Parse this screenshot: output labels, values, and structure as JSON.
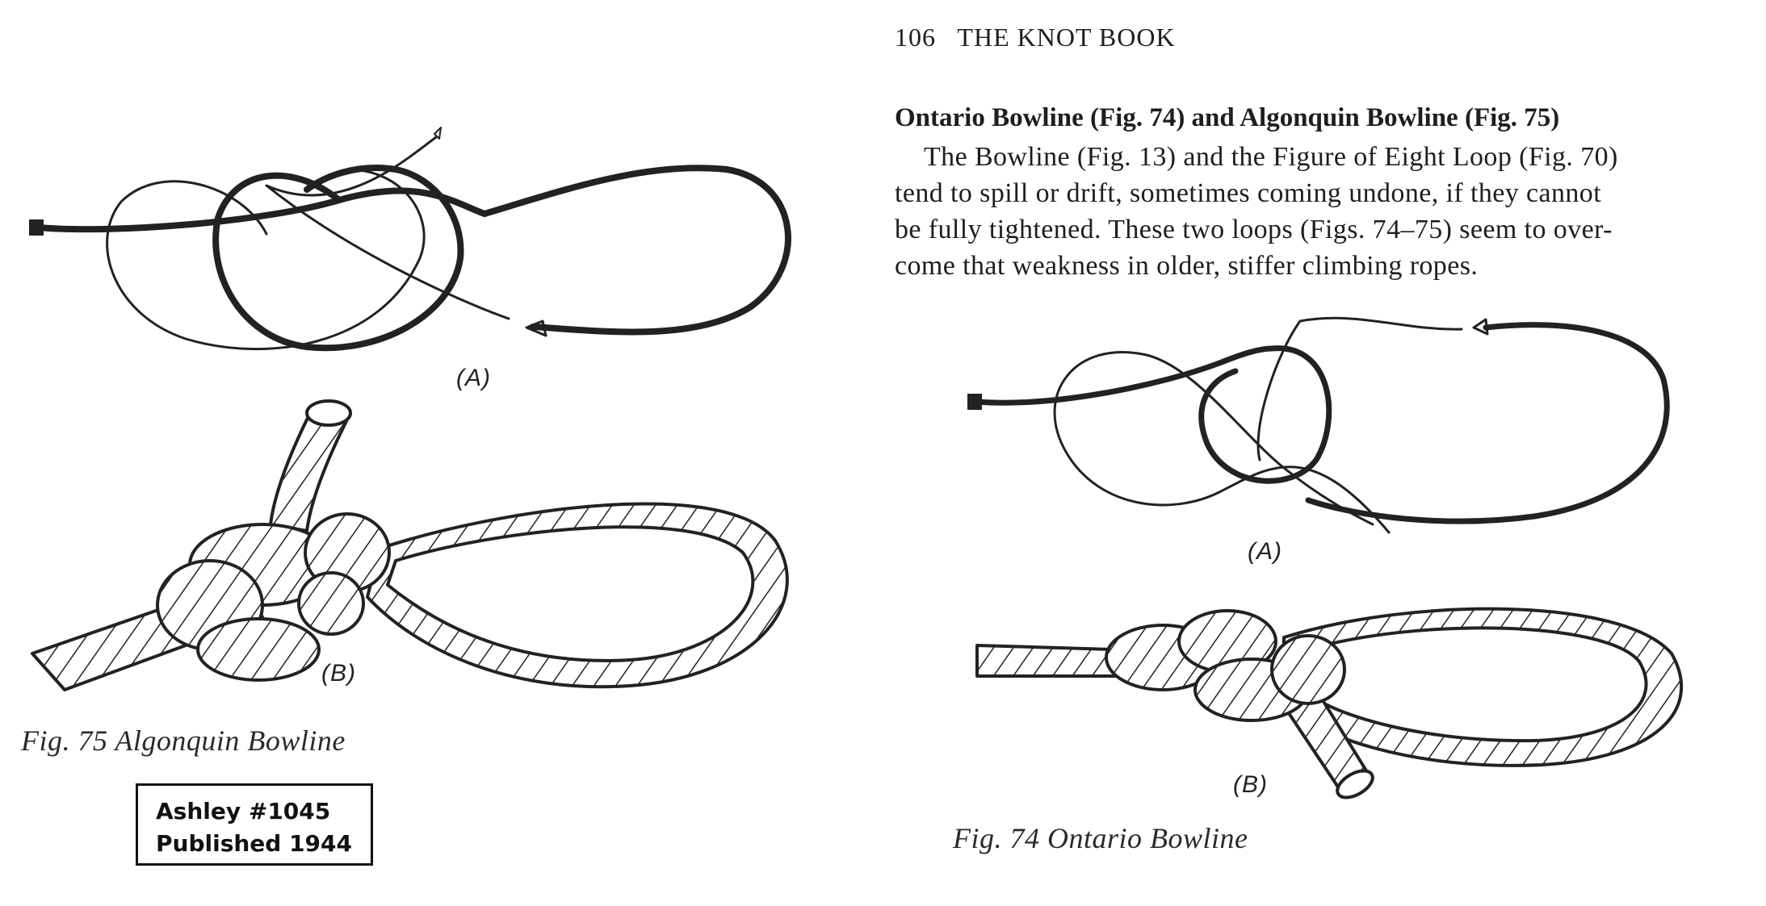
{
  "header": {
    "running_head": "106   THE KNOT BOOK"
  },
  "section": {
    "title": "Ontario Bowline (Fig. 74) and Algonquin Bowline (Fig. 75)",
    "body_lines": [
      "The Bowline (Fig. 13) and the Figure of Eight Loop (Fig. 70)",
      "tend to spill or drift, sometimes coming undone, if they cannot",
      "be fully tightened. These two loops (Figs. 74–75) seem to over-",
      "come that weakness in older, stiffer climbing ropes."
    ]
  },
  "figures": {
    "fig75": {
      "label_a": "(A)",
      "label_b": "(B)",
      "caption": "Fig. 75 Algonquin Bowline"
    },
    "fig74": {
      "label_a": "(A)",
      "label_b": "(B)",
      "caption": "Fig. 74 Ontario Bowline"
    }
  },
  "note_box": {
    "line1": "Ashley #1045",
    "line2": "Published 1944"
  },
  "colors": {
    "ink": "#1e1e1e",
    "paper": "#ffffff"
  }
}
